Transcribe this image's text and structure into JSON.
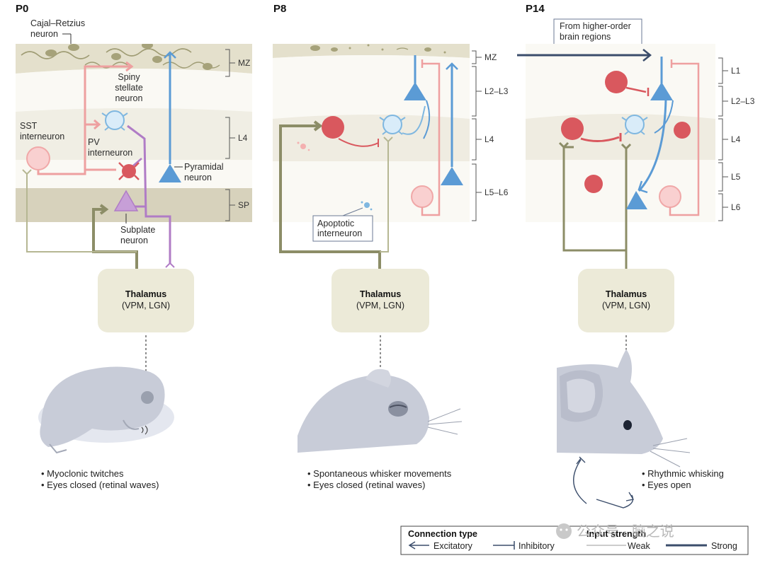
{
  "panels": [
    {
      "title": "P0",
      "layers": [
        "MZ",
        "L4",
        "SP"
      ],
      "labels": {
        "cajal": [
          "Cajal–Retzius",
          "neuron"
        ],
        "spiny": [
          "Spiny",
          "stellate",
          "neuron"
        ],
        "sst": [
          "SST",
          "interneuron"
        ],
        "pv": [
          "PV",
          "interneuron"
        ],
        "pyramidal": [
          "Pyramidal",
          "neuron"
        ],
        "subplate": [
          "Subplate",
          "neuron"
        ]
      },
      "thalamus": {
        "name": "Thalamus",
        "sub": "(VPM, LGN)"
      },
      "behaviors": [
        "Myoclonic twitches",
        "Eyes closed (retinal waves)"
      ]
    },
    {
      "title": "P8",
      "layers": [
        "MZ",
        "L2–L3",
        "L4",
        "L5–L6"
      ],
      "labels": {
        "apoptotic": [
          "Apoptotic",
          "interneuron"
        ]
      },
      "thalamus": {
        "name": "Thalamus",
        "sub": "(VPM, LGN)"
      },
      "behaviors": [
        "Spontaneous whisker movements",
        "Eyes closed (retinal waves)"
      ]
    },
    {
      "title": "P14",
      "layers": [
        "L1",
        "L2–L3",
        "L4",
        "L5",
        "L6"
      ],
      "labels": {
        "higher": [
          "From higher-order",
          "brain regions"
        ]
      },
      "thalamus": {
        "name": "Thalamus",
        "sub": "(VPM, LGN)"
      },
      "behaviors": [
        "Rhythmic whisking",
        "Eyes open"
      ]
    }
  ],
  "legend": {
    "connection_title": "Connection type",
    "excitatory": "Excitatory",
    "inhibitory": "Inhibitory",
    "strength_title": "Input strength",
    "weak": "Weak",
    "strong": "Strong"
  },
  "watermark": "公众号 · 脑之说",
  "colors": {
    "excitatory_blue": "#5b9bd5",
    "inhibitory_red": "#d9585e",
    "sst_pink": "#f4b6b6",
    "thalamic_olive": "#8c8d67",
    "subplate_purple": "#b07cc6",
    "strong_navy": "#3b4d6b",
    "tissue_beige": "#ece9da"
  }
}
